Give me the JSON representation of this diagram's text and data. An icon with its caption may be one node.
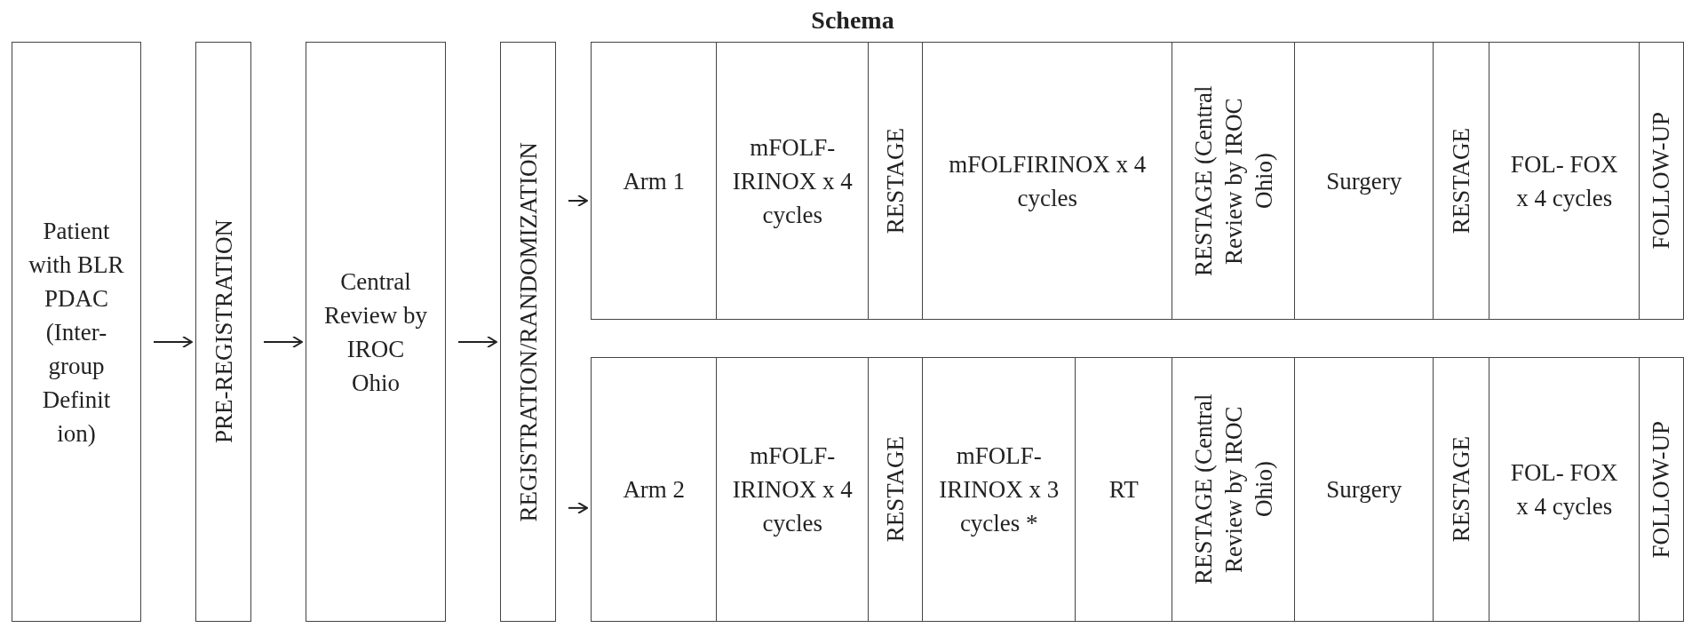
{
  "diagram": {
    "title": "Schema",
    "nodes": [
      {
        "text": [
          "Patient with BLR PDAC (Inter- group Definit ion)"
        ]
      },
      {
        "text": [
          "PRE-REGISTRATION"
        ]
      },
      {
        "text": [
          "Central Review by IROC Ohio"
        ]
      },
      {
        "text": [
          "REGISTRATION/RANDOMIZATION"
        ]
      },
      {
        "text": [
          "Arm 1"
        ]
      },
      {
        "text": [
          "mFOLF- IRINOX x 4 cycles"
        ]
      },
      {
        "text": [
          "RESTAGE"
        ]
      },
      {
        "text": [
          "mFOLFIRINOX x 4 cycles"
        ]
      },
      {
        "text": [
          "RESTAGE (Central Review by IROC Ohio)"
        ]
      },
      {
        "text": [
          "Surgery"
        ]
      },
      {
        "text": [
          "RESTAGE"
        ]
      },
      {
        "text": [
          "FOL- FOX x 4 cycles"
        ]
      },
      {
        "text": [
          "FOLLOW-UP"
        ]
      },
      {
        "text": [
          "Arm 2"
        ]
      },
      {
        "text": [
          "mFOLF- IRINOX x 4 cycles"
        ]
      },
      {
        "text": [
          "RESTAGE"
        ]
      },
      {
        "text": [
          "mFOLF- IRINOX x 3 cycles *"
        ]
      },
      {
        "text": [
          "RT"
        ]
      },
      {
        "text": [
          "RESTAGE (Central Review by IROC Ohio)"
        ]
      },
      {
        "text": [
          "Surgery"
        ]
      },
      {
        "text": [
          "RESTAGE"
        ]
      },
      {
        "text": [
          "FOL- FOX x 4 cycles"
        ]
      },
      {
        "text": [
          "FOLLOW-UP"
        ]
      }
    ],
    "edges": [
      {
        "from": 0,
        "to": 1,
        "arrow": "to"
      },
      {
        "from": 1,
        "to": 2,
        "arrow": "to"
      },
      {
        "from": 2,
        "to": 3,
        "arrow": "to"
      },
      {
        "from": 3,
        "to": 4,
        "arrow": "to"
      },
      {
        "from": 3,
        "to": 13,
        "arrow": "to"
      }
    ]
  }
}
